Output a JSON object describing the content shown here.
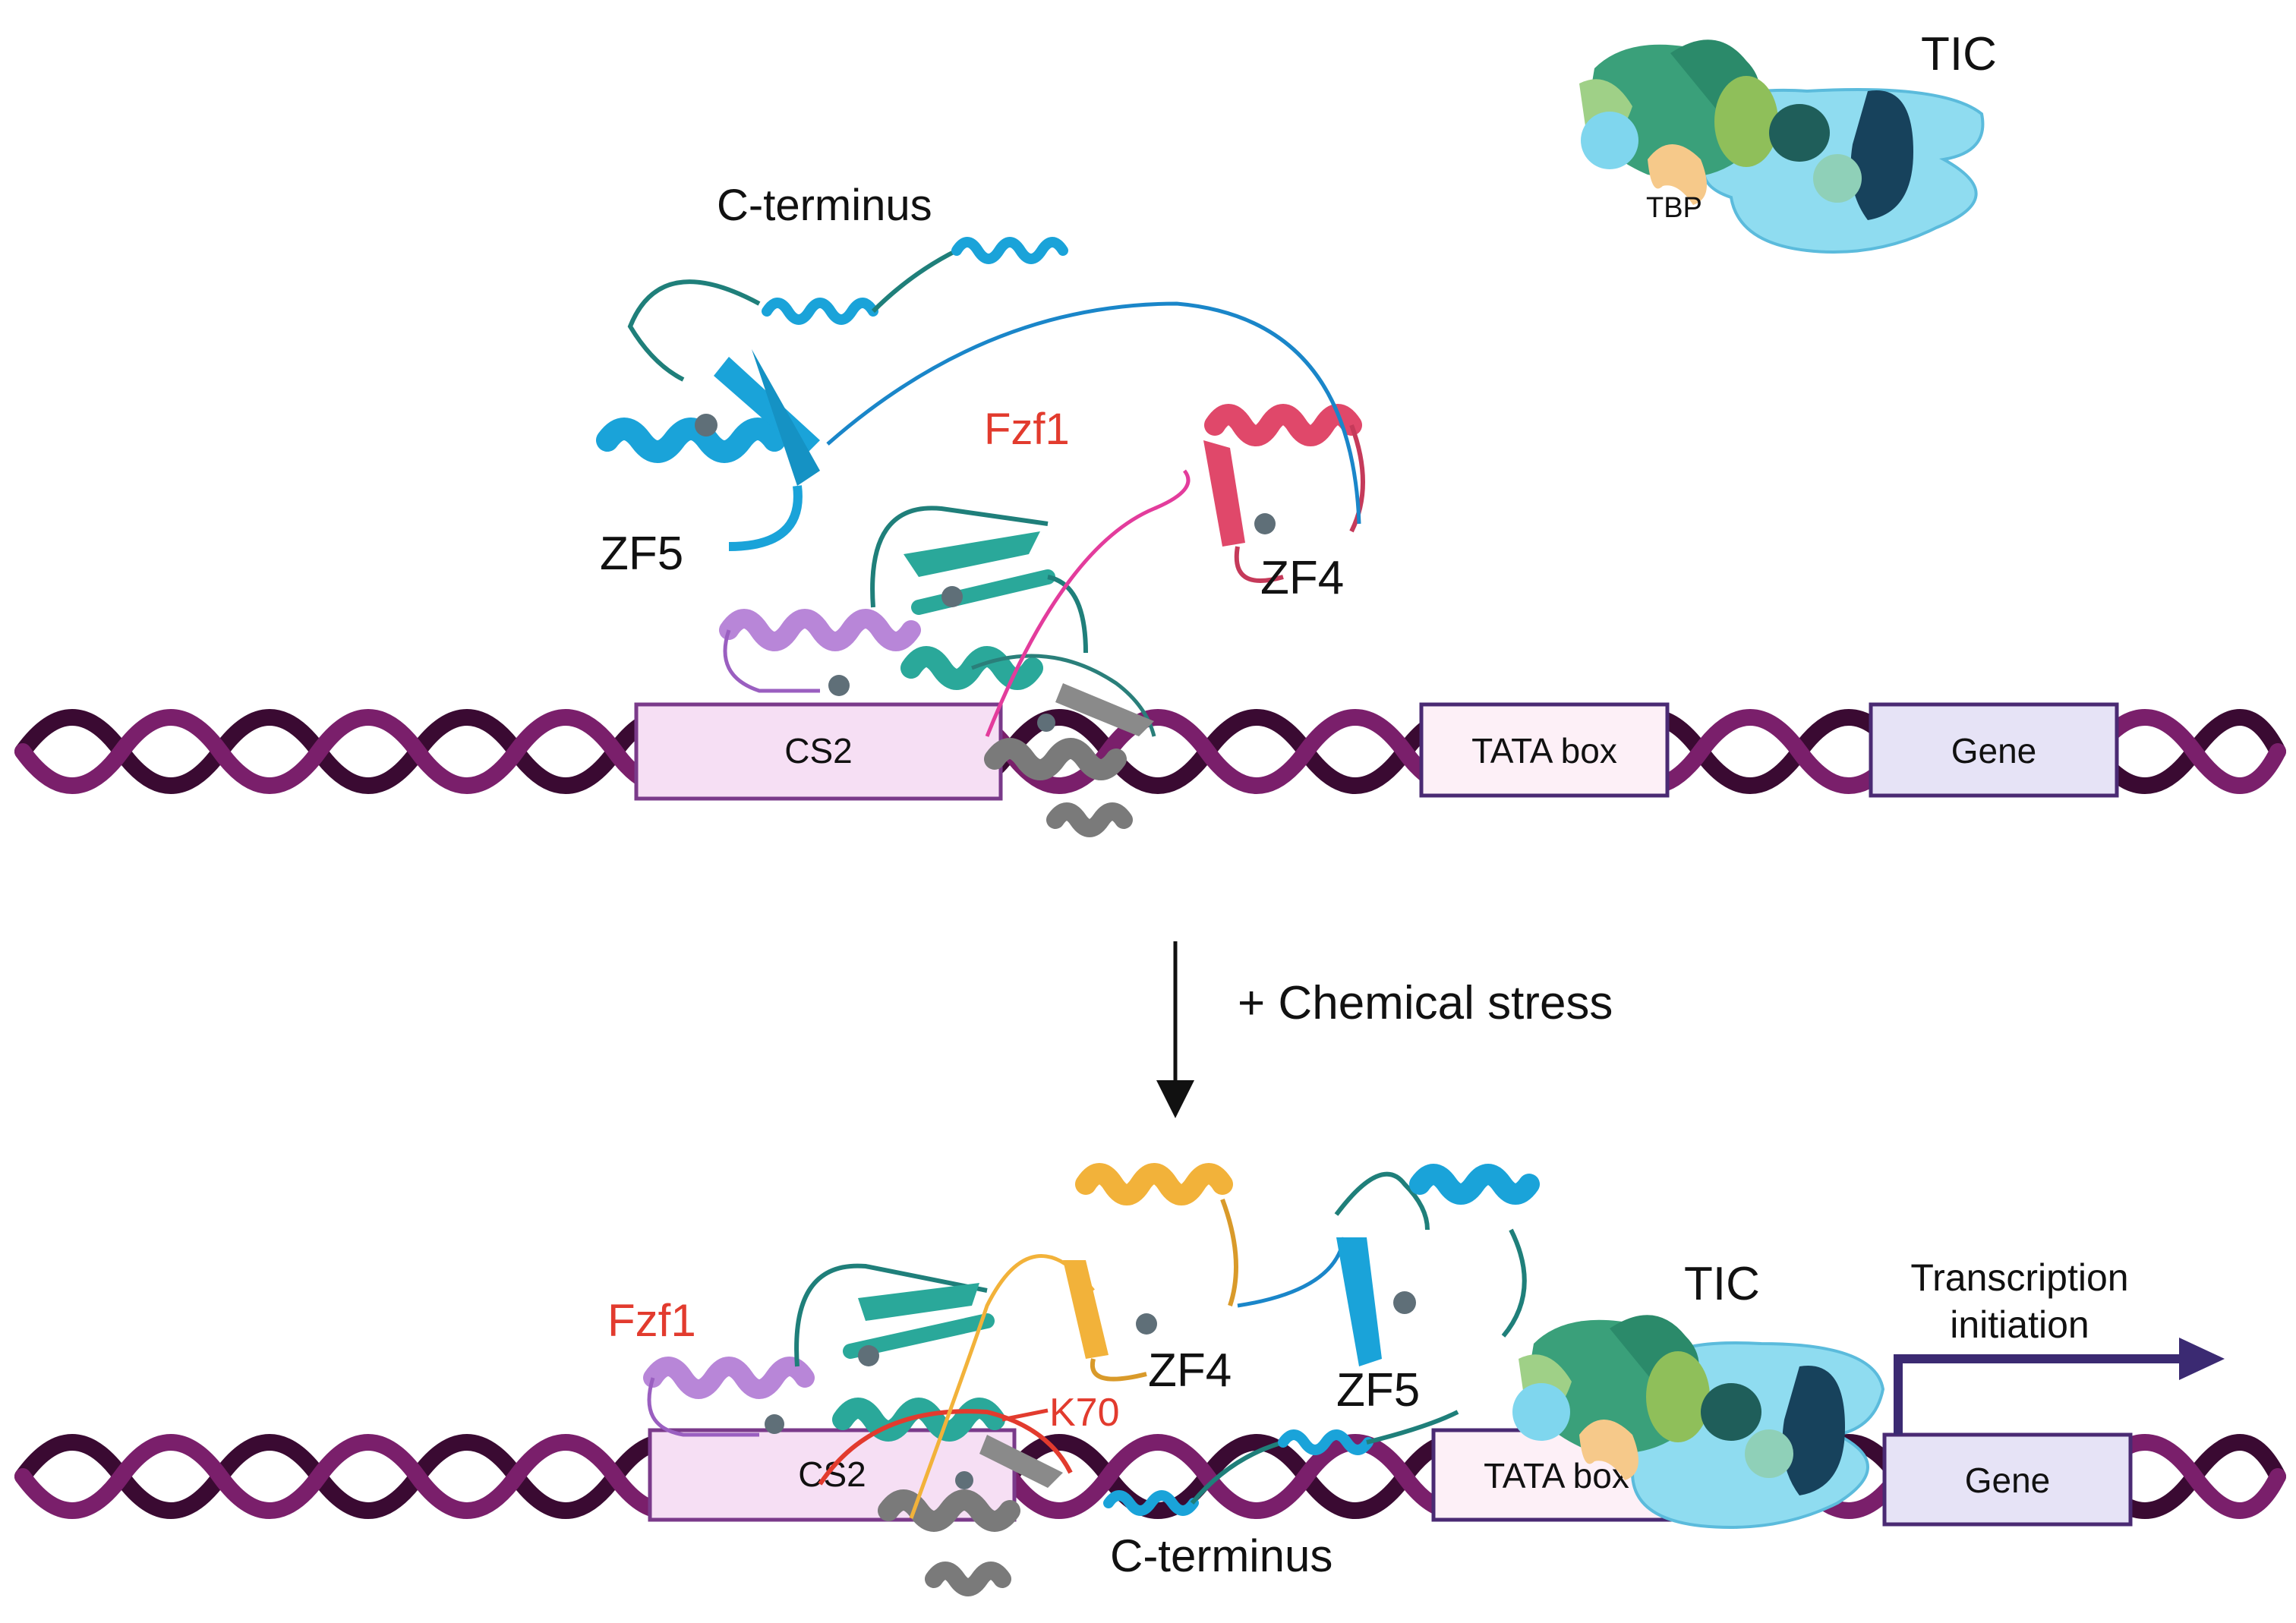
{
  "panels": {
    "top": {
      "tic_label": "TIC",
      "tbp_label": "TBP",
      "c_terminus_label": "C-terminus",
      "protein_label": "Fzf1",
      "zf5_label": "ZF5",
      "zf4_label": "ZF4",
      "boxes": {
        "cs2": "CS2",
        "tata": "TATA box",
        "gene": "Gene"
      }
    },
    "bottom": {
      "tic_label": "TIC",
      "protein_label": "Fzf1",
      "zf4_label": "ZF4",
      "zf5_label": "ZF5",
      "k70_label": "K70",
      "c_terminus_label": "C-terminus",
      "transcription_line1": "Transcription",
      "transcription_line2": "initiation",
      "boxes": {
        "cs2": "CS2",
        "tata": "TATA box",
        "gene": "Gene"
      }
    }
  },
  "transition": {
    "label": "+ Chemical stress"
  },
  "colors": {
    "dna_dark": "#3a0a32",
    "dna_light": "#6b1a5e",
    "cs2_fill": "#f6dff4",
    "tata_fill": "#fdf0f7",
    "gene_fill": "#e6e3f6",
    "box_stroke": "#4a2a73",
    "zf1_purple": "#b886d8",
    "zf2_teal": "#2aa89a",
    "zf3_gray": "#7a7a7a",
    "zf4_red": "#e0486a",
    "zf4_orange": "#f2b23a",
    "zf5_blue": "#1aa3d9",
    "linker_pink": "#e33c9c",
    "fzf1_red": "#e23b2e",
    "tic_cyan": "#8fdcf0",
    "tbp_peach": "#f6c98a",
    "arrow_navy": "#3b2a72"
  }
}
